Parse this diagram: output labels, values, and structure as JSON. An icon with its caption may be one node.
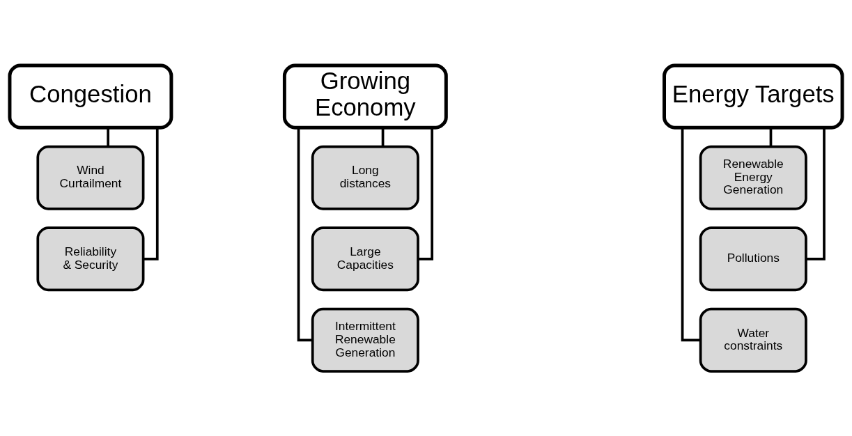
{
  "diagram": {
    "nodes": [
      {
        "text": [
          "Congestion"
        ]
      },
      {
        "text": [
          "Wind Curtailment"
        ]
      },
      {
        "text": [
          "Reliability & Security"
        ]
      },
      {
        "text": [
          "Growing Economy"
        ]
      },
      {
        "text": [
          "Long distances"
        ]
      },
      {
        "text": [
          "Large Capacities"
        ]
      },
      {
        "text": [
          "Intermittent Renewable Generation"
        ]
      },
      {
        "text": [
          "Energy Targets"
        ]
      },
      {
        "text": [
          "Renewable Energy Generation"
        ]
      },
      {
        "text": [
          "Pollutions"
        ]
      },
      {
        "text": [
          "Water constraints"
        ]
      }
    ],
    "edges": [
      {
        "from": 0,
        "to": 1,
        "arrow": "none"
      },
      {
        "from": 0,
        "to": 2,
        "arrow": "none"
      },
      {
        "from": 3,
        "to": 4,
        "arrow": "none"
      },
      {
        "from": 3,
        "to": 5,
        "arrow": "none"
      },
      {
        "from": 3,
        "to": 6,
        "arrow": "none"
      },
      {
        "from": 7,
        "to": 8,
        "arrow": "none"
      },
      {
        "from": 7,
        "to": 9,
        "arrow": "none"
      },
      {
        "from": 7,
        "to": 10,
        "arrow": "none"
      }
    ]
  }
}
